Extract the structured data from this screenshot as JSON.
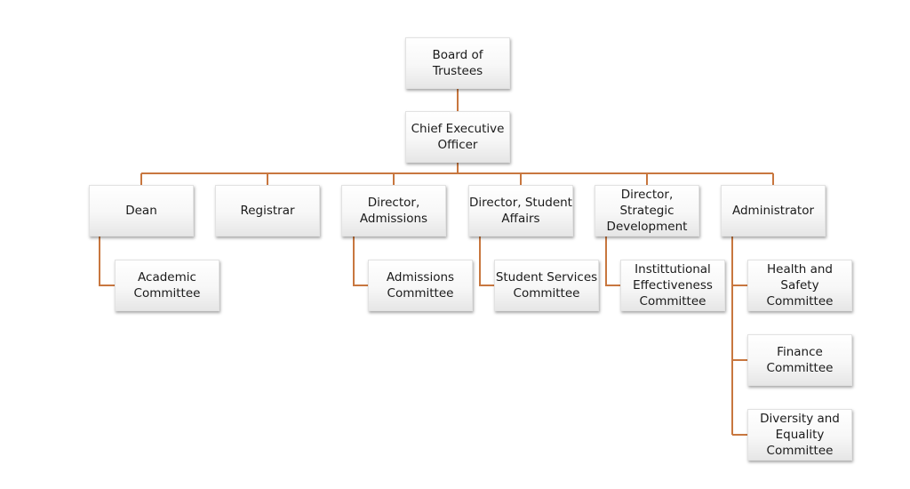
{
  "colors": {
    "connector": "#c8773f",
    "box_text": "#1a1a1a"
  },
  "root": {
    "label": "Board of\nTrustees"
  },
  "ceo": {
    "label": "Chief Executive\nOfficer"
  },
  "departments": [
    {
      "label": "Dean"
    },
    {
      "label": "Registrar"
    },
    {
      "label": "Director,\nAdmissions"
    },
    {
      "label": "Director, Student\nAffairs"
    },
    {
      "label": "Director,\nStrategic\nDevelopment"
    },
    {
      "label": "Administrator"
    }
  ],
  "committees": [
    {
      "label": "Academic\nCommittee"
    },
    {
      "label": "Admissions\nCommittee"
    },
    {
      "label": "Student Services\nCommittee"
    },
    {
      "label": "Instittutional\nEffectiveness\nCommittee"
    },
    {
      "label": "Health and\nSafety\nCommittee"
    },
    {
      "label": "Finance\nCommittee"
    },
    {
      "label": "Diversity and\nEquality\nCommittee"
    }
  ]
}
